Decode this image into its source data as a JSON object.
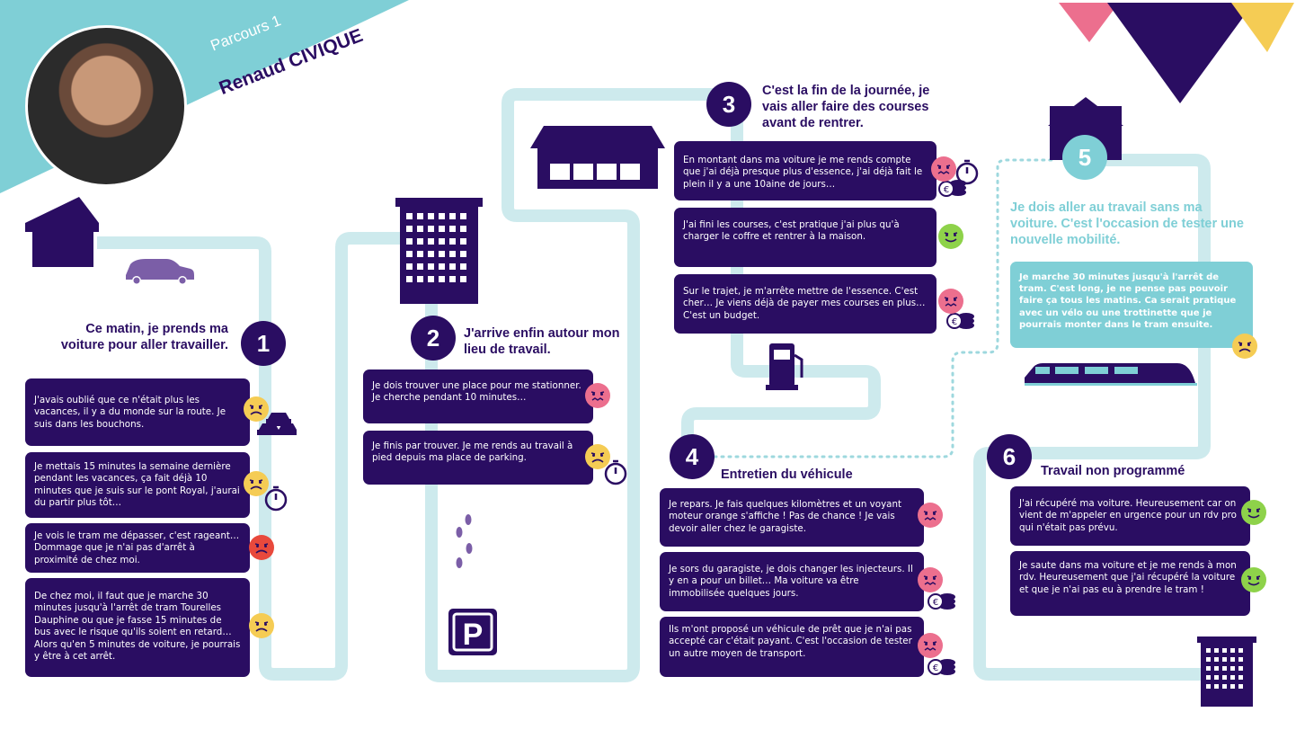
{
  "title": {
    "label": "Parcours 1",
    "name": "Renaud CIVIQUE"
  },
  "colors": {
    "navy": "#2a0d62",
    "teal": "#7fcfd6",
    "pink": "#ec6f8e",
    "yellow": "#f5cc54",
    "red": "#e8493c",
    "green": "#8ed24a"
  },
  "steps": [
    {
      "number": "1",
      "heading": "Ce matin, je prends ma voiture pour aller travailler.",
      "cards": [
        {
          "text": "J'avais oublié que ce n'était plus les vacances, il y a du monde sur la route. Je suis dans les bouchons.",
          "mood": "neutral",
          "extra": "cars-icon"
        },
        {
          "text": "Je mettais 15 minutes la semaine dernière pendant les vacances, ça fait déjà 10 minutes que je suis sur le pont Royal, j'aurai du partir plus tôt…",
          "mood": "neutral",
          "extra": "stopwatch-icon"
        },
        {
          "text": "Je vois le tram me dépasser, c'est rageant… Dommage que je n'ai pas d'arrêt à proximité de chez moi.",
          "mood": "angry",
          "extra": ""
        },
        {
          "text": "De chez moi, il faut que je marche 30 minutes jusqu'à l'arrêt de tram Tourelles Dauphine ou que je fasse 15 minutes de bus avec le risque qu'ils soient en retard… Alors qu'en 5 minutes de voiture, je pourrais y être à cet arrêt.",
          "mood": "neutral",
          "extra": ""
        }
      ]
    },
    {
      "number": "2",
      "heading": "J'arrive enfin autour mon lieu de travail.",
      "cards": [
        {
          "text": "Je dois trouver une place pour me stationner. Je cherche pendant 10 minutes…",
          "mood": "upset",
          "extra": ""
        },
        {
          "text": "Je finis par trouver. Je me rends au travail à pied depuis ma place de parking.",
          "mood": "neutral",
          "extra": "stopwatch-icon"
        }
      ]
    },
    {
      "number": "3",
      "heading": "C'est la fin de la journée, je vais aller faire des courses avant de rentrer.",
      "cards": [
        {
          "text": "En montant dans ma voiture je me rends compte que j'ai déjà presque plus d'essence, j'ai déjà fait le plein il y a une 10aine de jours…",
          "mood": "upset",
          "extra": "stopwatch-coins-icon"
        },
        {
          "text": "J'ai fini les courses, c'est pratique j'ai plus qu'à charger le coffre et rentrer à la maison.",
          "mood": "happy",
          "extra": ""
        },
        {
          "text": "Sur le trajet, je m'arrête mettre de l'essence. C'est cher… Je viens déjà de payer mes courses en plus… C'est un budget.",
          "mood": "upset",
          "extra": "coins-icon"
        }
      ]
    },
    {
      "number": "4",
      "heading": "Entretien du véhicule",
      "cards": [
        {
          "text": "Je repars. Je fais quelques kilomètres et un voyant moteur orange s'affiche ! Pas de chance ! Je vais devoir aller chez le garagiste.",
          "mood": "upset",
          "extra": ""
        },
        {
          "text": "Je sors du garagiste, je dois changer les injecteurs. Il y en a pour un billet… Ma voiture va être immobilisée quelques jours.",
          "mood": "upset",
          "extra": "coins-icon"
        },
        {
          "text": "Ils m'ont proposé un véhicule de prêt que je n'ai pas accepté car c'était payant. C'est l'occasion de tester un autre moyen de transport.",
          "mood": "upset",
          "extra": "coins-icon"
        }
      ]
    },
    {
      "number": "5",
      "heading": "Je dois aller au travail sans ma voiture. C'est l'occasion de tester une nouvelle mobilité.",
      "cards": [
        {
          "text": "Je marche 30 minutes jusqu'à l'arrêt de tram. C'est long, je ne pense pas pouvoir faire ça tous les matins. Ca serait pratique avec un vélo ou une trottinette que je pourrais monter dans le tram ensuite.",
          "mood": "neutral",
          "extra": ""
        }
      ]
    },
    {
      "number": "6",
      "heading": "Travail non programmé",
      "cards": [
        {
          "text": "J'ai récupéré ma voiture. Heureusement car on vient de m'appeler en urgence pour un rdv pro qui n'était pas prévu.",
          "mood": "happy",
          "extra": ""
        },
        {
          "text": "Je saute dans ma voiture et je me rends à mon rdv. Heureusement que j'ai récupéré la voiture et que je n'ai pas eu à prendre le tram !",
          "mood": "happy",
          "extra": ""
        }
      ]
    }
  ],
  "icons": [
    "house-icon",
    "car-icon",
    "office-building-icon",
    "shop-icon",
    "gas-pump-icon",
    "footprints-icon",
    "parking-sign-icon",
    "tram-icon",
    "triangle-decoration-icon",
    "avatar-photo"
  ]
}
